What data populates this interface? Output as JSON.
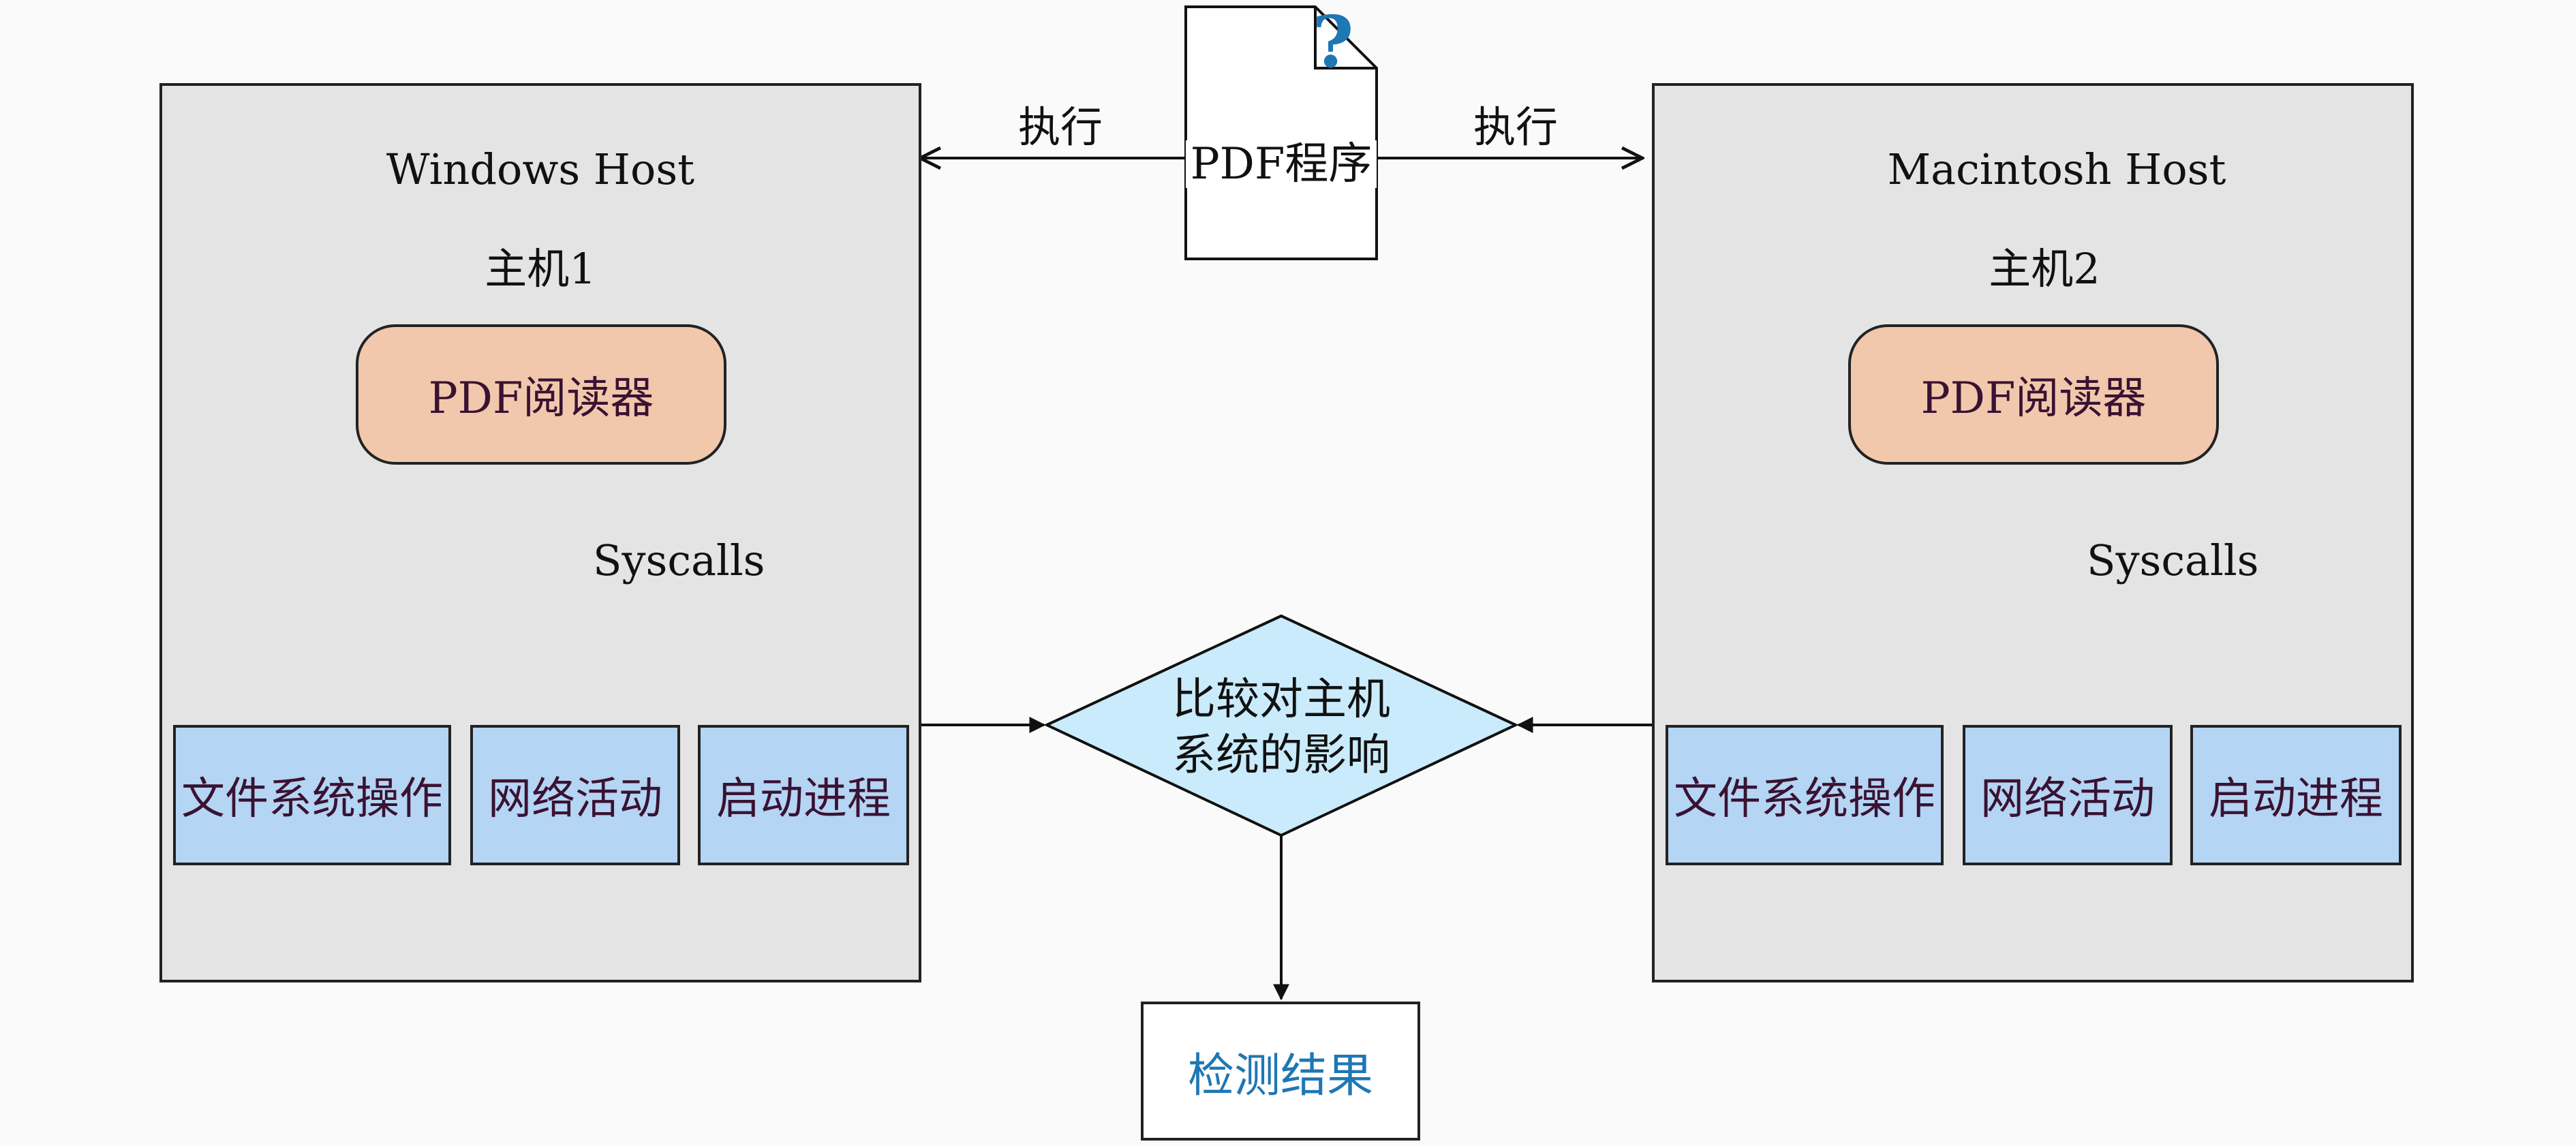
{
  "program": {
    "label": "PDF程序",
    "question_icon": "question-mark-icon"
  },
  "edges": {
    "left_exec": "执行",
    "right_exec": "执行"
  },
  "hosts": [
    {
      "os_name": "Windows Host",
      "host_label": "主机1",
      "reader": "PDF阅读器",
      "syscalls": "Syscalls",
      "ops": [
        "文件系统操作",
        "网络活动",
        "启动进程"
      ]
    },
    {
      "os_name": "Macintosh Host",
      "host_label": "主机2",
      "reader": "PDF阅读器",
      "syscalls": "Syscalls",
      "ops": [
        "文件系统操作",
        "网络活动",
        "启动进程"
      ]
    }
  ],
  "compare": {
    "line1": "比较对主机",
    "line2": "系统的影响"
  },
  "result": {
    "label": "检测结果"
  },
  "colors": {
    "host_bg": "#e4e4e4",
    "reader_bg": "#f1c8ac",
    "op_bg": "#b4d5f3",
    "diamond_bg": "#c9ebfb",
    "result_text": "#1f77b4",
    "question_mark": "#1f77b4"
  }
}
